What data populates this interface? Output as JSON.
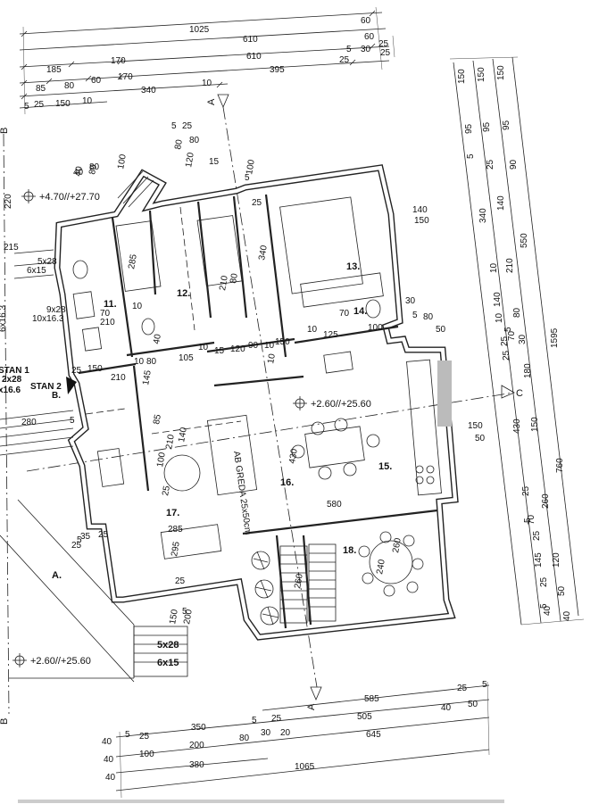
{
  "top_dims": {
    "row1": [
      "1025",
      "60"
    ],
    "row2": [
      "610",
      "60",
      "25"
    ],
    "row3": [
      "185",
      "170",
      "610",
      "5",
      "30",
      "25"
    ],
    "row4": [
      "85",
      "80",
      "60",
      "170",
      "395",
      "25"
    ],
    "row5": [
      "340",
      "10"
    ],
    "row6": [
      "5",
      "25",
      "150",
      "10"
    ]
  },
  "left_dims": {
    "stan1": "STAN 1",
    "stan1_sub": "2x28",
    "stan1_sub2": "x16.6",
    "stan2": "STAN 2",
    "stan2_b": "B.",
    "v1": "220",
    "v2": "215",
    "v3": "5x28",
    "v4": "6x15",
    "v5": "9x28",
    "v6": "10x16.3",
    "v7": "6x16.3",
    "v8": "280",
    "v9": "5",
    "v10": "5",
    "v11": "25",
    "v12": "35",
    "v13": "25",
    "v14": "40",
    "v15": "80"
  },
  "right_dims": {
    "c1": [
      "150",
      "150",
      "150"
    ],
    "c2": [
      "95",
      "95",
      "95"
    ],
    "c3": [
      "5",
      "25",
      "90"
    ],
    "c4": [
      "340",
      "140",
      "550"
    ],
    "c5": [
      "210",
      "1595"
    ],
    "c6": [
      "10",
      "140",
      "80",
      "30"
    ],
    "c7": [
      "180",
      "10",
      "25",
      "5",
      "70",
      "25"
    ],
    "c8": [
      "430",
      "150",
      "760"
    ],
    "c9": [
      "25",
      "260",
      "5",
      "70",
      "25"
    ],
    "c10": [
      "145",
      "120",
      "25",
      "50",
      "40",
      "5",
      "40"
    ]
  },
  "bottom_dims": {
    "row1": [
      "585",
      "25",
      "5"
    ],
    "row2": [
      "350",
      "5",
      "25",
      "505",
      "40",
      "50"
    ],
    "row3": [
      "40",
      "5",
      "25",
      "200",
      "80",
      "30",
      "20",
      "645"
    ],
    "row4": [
      "40",
      "100",
      "380"
    ],
    "row5": [
      "40",
      "1065"
    ]
  },
  "levels": {
    "top": "+4.70//+27.70",
    "main": "+2.60//+25.60",
    "bottom": "+2.60//+25.60"
  },
  "rooms": {
    "r11": "11.",
    "r12": "12.",
    "r13": "13.",
    "r14": "14.",
    "r15": "15.",
    "r16": "16.",
    "r17": "17.",
    "r18": "18.",
    "rA": "A."
  },
  "inner_dims": [
    "100",
    "40",
    "80",
    "80",
    "120",
    "15",
    "5",
    "25",
    "80",
    "100",
    "5",
    "25",
    "285",
    "210",
    "80",
    "340",
    "140",
    "150",
    "70",
    "210",
    "10",
    "40",
    "10",
    "145",
    "105",
    "15",
    "120",
    "90",
    "10",
    "150",
    "70",
    "125",
    "10",
    "100",
    "5",
    "80",
    "50",
    "210",
    "25",
    "150",
    "10",
    "80",
    "10",
    "210",
    "140",
    "430",
    "85",
    "100",
    "25",
    "580",
    "285",
    "295",
    "260",
    "240",
    "260",
    "25",
    "5",
    "200",
    "150",
    "150",
    "50",
    "30"
  ],
  "beam": "AB GREDA 25x50cm",
  "stair": {
    "s1": "5x28",
    "s2": "6x15"
  },
  "axes": {
    "a_top": "A",
    "a_bottom": "A",
    "b_top": "B",
    "b_bottom": "B",
    "c": "C"
  }
}
